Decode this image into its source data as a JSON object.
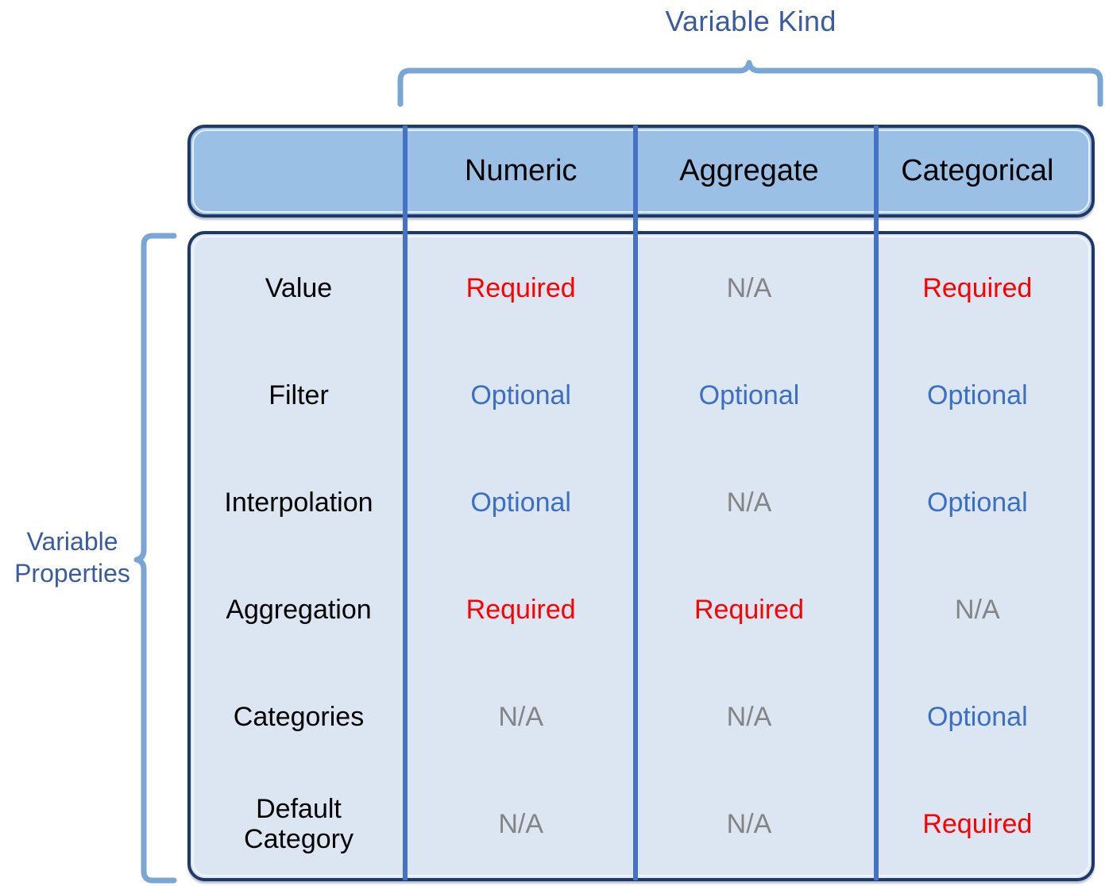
{
  "diagram": {
    "top_axis_title": "Variable Kind",
    "left_axis_title": "Variable\nProperties",
    "colors": {
      "title_blue": "#3a5c9e",
      "brace_blue": "#7aa6d6",
      "header_fill": "#9bc0e6",
      "body_fill": "#dce5f2",
      "box_border": "#1f3864",
      "divider_blue": "#4472c4",
      "required_red": "#ff0000",
      "optional_blue": "#3a6fc4",
      "na_gray": "#848484"
    }
  },
  "table": {
    "corner_label": "",
    "columns": [
      "Numeric",
      "Aggregate",
      "Categorical"
    ],
    "row_labels": [
      "Value",
      "Filter",
      "Interpolation",
      "Aggregation",
      "Categories",
      "Default\nCategory"
    ],
    "rows": [
      {
        "label": "Value",
        "cells": [
          {
            "text": "Required",
            "status": "required"
          },
          {
            "text": "N/A",
            "status": "na"
          },
          {
            "text": "Required",
            "status": "required"
          }
        ]
      },
      {
        "label": "Filter",
        "cells": [
          {
            "text": "Optional",
            "status": "optional"
          },
          {
            "text": "Optional",
            "status": "optional"
          },
          {
            "text": "Optional",
            "status": "optional"
          }
        ]
      },
      {
        "label": "Interpolation",
        "cells": [
          {
            "text": "Optional",
            "status": "optional"
          },
          {
            "text": "N/A",
            "status": "na"
          },
          {
            "text": "Optional",
            "status": "optional"
          }
        ]
      },
      {
        "label": "Aggregation",
        "cells": [
          {
            "text": "Required",
            "status": "required"
          },
          {
            "text": "Required",
            "status": "required"
          },
          {
            "text": "N/A",
            "status": "na"
          }
        ]
      },
      {
        "label": "Categories",
        "cells": [
          {
            "text": "N/A",
            "status": "na"
          },
          {
            "text": "N/A",
            "status": "na"
          },
          {
            "text": "Optional",
            "status": "optional"
          }
        ]
      },
      {
        "label": "Default\nCategory",
        "cells": [
          {
            "text": "N/A",
            "status": "na"
          },
          {
            "text": "N/A",
            "status": "na"
          },
          {
            "text": "Required",
            "status": "required"
          }
        ]
      }
    ]
  }
}
